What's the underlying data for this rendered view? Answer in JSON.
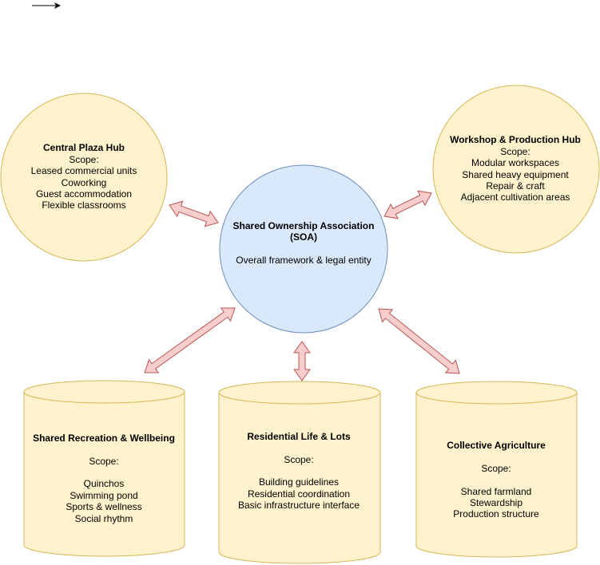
{
  "colors": {
    "hub_fill": "#fff2cc",
    "hub_stroke": "#d6b656",
    "core_fill": "#dae8fc",
    "core_stroke": "#6c8ebf",
    "arrow_fill": "#f8cecc",
    "arrow_stroke": "#b85450"
  },
  "central_plaza": {
    "title": "Central Plaza Hub",
    "scope_label": "Scope:",
    "items": [
      "Leased commercial units",
      "Coworking",
      "Guest accommodation",
      "Flexible classrooms"
    ]
  },
  "workshop": {
    "title": "Workshop & Production Hub",
    "scope_label": "Scope:",
    "items": [
      "Modular workspaces",
      "Shared heavy equipment",
      "Repair & craft",
      "Adjacent cultivation areas"
    ]
  },
  "soa": {
    "title_line1": "Shared Ownership Association",
    "title_line2": "(SOA)",
    "subtitle": "Overall framework & legal entity"
  },
  "recreation": {
    "title": "Shared Recreation & Wellbeing",
    "scope_label": "Scope:",
    "items": [
      "Quinchos",
      "Swimming pond",
      "Sports & wellness",
      "Social rhythm"
    ]
  },
  "residential": {
    "title": "Residential Life & Lots",
    "scope_label": "Scope:",
    "items": [
      "Building guidelines",
      "Residential coordination",
      "Basic infrastructure interface"
    ]
  },
  "agriculture": {
    "title": "Collective Agriculture",
    "scope_label": "Scope:",
    "items": [
      "Shared farmland",
      "Stewardship",
      "Production structure"
    ]
  }
}
